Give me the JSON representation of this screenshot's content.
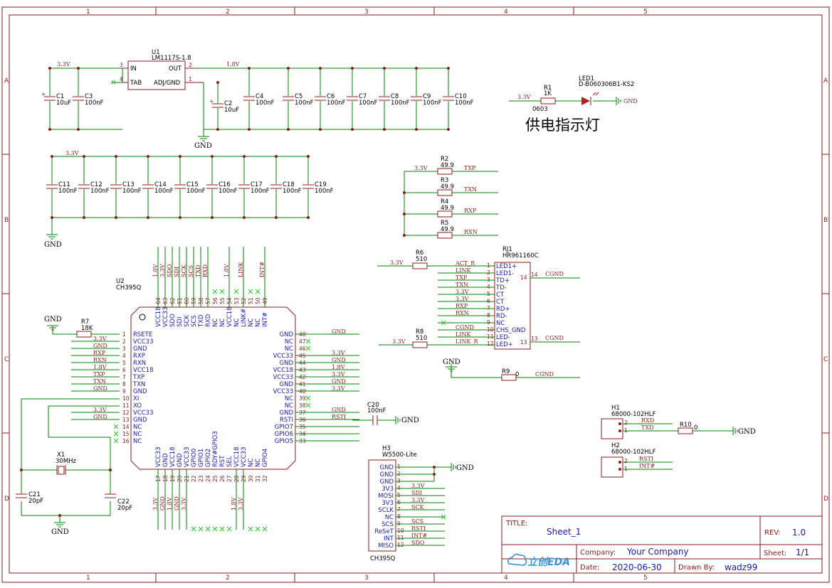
{
  "frame": {
    "columns": [
      "1",
      "2",
      "3",
      "4",
      "5"
    ],
    "rows": [
      "A",
      "B",
      "C",
      "D"
    ]
  },
  "regulator": {
    "ref": "U1",
    "part": "LM1117S-1.8",
    "pins": {
      "in": "IN",
      "tab": "TAB",
      "out": "OUT",
      "adj": "ADJ/GND",
      "in_num": "3",
      "tab_num": "4",
      "out_num": "2",
      "adj_num": "1"
    },
    "in_net": "3.3V",
    "out_net": "1.8V",
    "gnd": "GND",
    "in_caps": [
      {
        "ref": "C1",
        "value": "10uF"
      },
      {
        "ref": "C3",
        "value": "100nF"
      }
    ],
    "out_caps": [
      {
        "ref": "C2",
        "value": "10uF"
      },
      {
        "ref": "C4",
        "value": "100nF"
      },
      {
        "ref": "C5",
        "value": "100nF"
      },
      {
        "ref": "C6",
        "value": "100nF"
      },
      {
        "ref": "C7",
        "value": "100nF"
      },
      {
        "ref": "C8",
        "value": "100nF"
      },
      {
        "ref": "C9",
        "value": "100nF"
      },
      {
        "ref": "C10",
        "value": "100nF"
      }
    ]
  },
  "decoupling": {
    "net": "3.3V",
    "gnd": "GND",
    "caps": [
      {
        "ref": "C11",
        "value": "100nF"
      },
      {
        "ref": "C12",
        "value": "100nF"
      },
      {
        "ref": "C13",
        "value": "100nF"
      },
      {
        "ref": "C14",
        "value": "100nF"
      },
      {
        "ref": "C15",
        "value": "100nF"
      },
      {
        "ref": "C16",
        "value": "100nF"
      },
      {
        "ref": "C17",
        "value": "100nF"
      },
      {
        "ref": "C18",
        "value": "100nF"
      },
      {
        "ref": "C19",
        "value": "100nF"
      }
    ]
  },
  "power_led": {
    "r_ref": "R1",
    "r_value": "1K",
    "r_pkg": "0603",
    "led_ref": "LED1",
    "led_part": "D-B060306B1-KS2",
    "net": "3.3V",
    "gnd": "GND",
    "caption": "供电指示灯"
  },
  "terminations": {
    "net": "3.3V",
    "items": [
      {
        "ref": "R2",
        "value": "49.9",
        "net": "TXP"
      },
      {
        "ref": "R3",
        "value": "49.9",
        "net": "TXN"
      },
      {
        "ref": "R4",
        "value": "49.9",
        "net": "RXP"
      },
      {
        "ref": "R5",
        "value": "49.9",
        "net": "RXN"
      }
    ]
  },
  "rj45": {
    "ref": "RJ1",
    "part": "HR961160C",
    "left_pins": [
      {
        "num": "1",
        "name": "LED1+",
        "net": "ACT_R"
      },
      {
        "num": "2",
        "name": "LED1-",
        "net": "LINK"
      },
      {
        "num": "3",
        "name": "TD+",
        "net": "TXP"
      },
      {
        "num": "4",
        "name": "TD-",
        "net": "TXN"
      },
      {
        "num": "5",
        "name": "CT",
        "net": "3.3V"
      },
      {
        "num": "6",
        "name": "CT",
        "net": "3.3V"
      },
      {
        "num": "7",
        "name": "RD+",
        "net": "RXP"
      },
      {
        "num": "8",
        "name": "RD-",
        "net": "RXN"
      },
      {
        "num": "9",
        "name": "NC",
        "net": ""
      },
      {
        "num": "10",
        "name": "CHS_GND",
        "net": "CGND"
      },
      {
        "num": "11",
        "name": "LED-",
        "net": "LINK"
      },
      {
        "num": "12",
        "name": "LED+",
        "net": "LINK_R"
      }
    ],
    "right_pins": [
      {
        "num": "14",
        "net": "CGND"
      },
      {
        "num": "13",
        "net": "CGND"
      }
    ],
    "r6": {
      "ref": "R6",
      "value": "510",
      "net": "3.3V"
    },
    "r8": {
      "ref": "R8",
      "value": "510",
      "net": "3.3V"
    },
    "r9": {
      "ref": "R9",
      "value": "0",
      "left": "GND",
      "right": "CGND"
    }
  },
  "u2": {
    "ref": "U2",
    "part": "CH395Q",
    "left_pins": [
      {
        "num": "1",
        "name": "RSETE",
        "net": ""
      },
      {
        "num": "2",
        "name": "VCC33",
        "net": "3.3V"
      },
      {
        "num": "3",
        "name": "GND",
        "net": "GND"
      },
      {
        "num": "4",
        "name": "RXP",
        "net": "RXP"
      },
      {
        "num": "5",
        "name": "RXN",
        "net": "RXN"
      },
      {
        "num": "6",
        "name": "VCC18",
        "net": "1.8V"
      },
      {
        "num": "7",
        "name": "TXP",
        "net": "TXP"
      },
      {
        "num": "8",
        "name": "TXN",
        "net": "TXN"
      },
      {
        "num": "9",
        "name": "GND",
        "net": "GND"
      },
      {
        "num": "10",
        "name": "XI",
        "net": ""
      },
      {
        "num": "11",
        "name": "XO",
        "net": ""
      },
      {
        "num": "12",
        "name": "VCC33",
        "net": "3.3V"
      },
      {
        "num": "13",
        "name": "GND",
        "net": "GND"
      },
      {
        "num": "14",
        "name": "NC",
        "net": ""
      },
      {
        "num": "15",
        "name": "NC",
        "net": ""
      },
      {
        "num": "16",
        "name": "NC",
        "net": ""
      }
    ],
    "right_pins": [
      {
        "num": "48",
        "name": "GND",
        "net": "GND"
      },
      {
        "num": "47",
        "name": "NC",
        "net": ""
      },
      {
        "num": "46",
        "name": "NC",
        "net": ""
      },
      {
        "num": "45",
        "name": "VCC33",
        "net": "3.3V"
      },
      {
        "num": "44",
        "name": "GND",
        "net": "GND"
      },
      {
        "num": "43",
        "name": "VCC18",
        "net": "1.8V"
      },
      {
        "num": "42",
        "name": "VCC33",
        "net": "3.3V"
      },
      {
        "num": "41",
        "name": "GND",
        "net": "GND"
      },
      {
        "num": "40",
        "name": "VCC33",
        "net": "3.3V"
      },
      {
        "num": "39",
        "name": "NC",
        "net": ""
      },
      {
        "num": "38",
        "name": "NC",
        "net": ""
      },
      {
        "num": "37",
        "name": "GND",
        "net": "GND"
      },
      {
        "num": "36",
        "name": "RSTI",
        "net": "RSTI"
      },
      {
        "num": "35",
        "name": "GPIO7",
        "net": ""
      },
      {
        "num": "34",
        "name": "GPIO6",
        "net": ""
      },
      {
        "num": "33",
        "name": "GPIO5",
        "net": ""
      }
    ],
    "top_pins": [
      {
        "num": "64",
        "name": "VCC18",
        "net": "1.8V"
      },
      {
        "num": "63",
        "name": "VCC33",
        "net": "3.3V"
      },
      {
        "num": "62",
        "name": "SDO",
        "net": "SDO"
      },
      {
        "num": "61",
        "name": "SDI",
        "net": "SDI"
      },
      {
        "num": "60",
        "name": "SCK",
        "net": "SCK"
      },
      {
        "num": "59",
        "name": "SCS",
        "net": "SCS"
      },
      {
        "num": "58",
        "name": "TXD",
        "net": "TXD"
      },
      {
        "num": "57",
        "name": "RXD",
        "net": "RXD"
      },
      {
        "num": "56",
        "name": "NC",
        "net": ""
      },
      {
        "num": "55",
        "name": "NC",
        "net": ""
      },
      {
        "num": "54",
        "name": "VCC18",
        "net": "1.8V"
      },
      {
        "num": "53",
        "name": "NC",
        "net": ""
      },
      {
        "num": "52",
        "name": "LINK#",
        "net": "LINK"
      },
      {
        "num": "51",
        "name": "NC",
        "net": ""
      },
      {
        "num": "50",
        "name": "NC",
        "net": ""
      },
      {
        "num": "49",
        "name": "INT#",
        "net": "INT#"
      }
    ],
    "bottom_pins": [
      {
        "num": "17",
        "name": "VCC33",
        "net": "3.3V"
      },
      {
        "num": "18",
        "name": "GND",
        "net": "GND"
      },
      {
        "num": "19",
        "name": "VCC18",
        "net": "1.8V"
      },
      {
        "num": "20",
        "name": "GND",
        "net": "GND"
      },
      {
        "num": "21",
        "name": "VCC33",
        "net": "3.3V"
      },
      {
        "num": "22",
        "name": "GPIO0",
        "net": ""
      },
      {
        "num": "23",
        "name": "GPIO1",
        "net": ""
      },
      {
        "num": "24",
        "name": "GPIO2",
        "net": ""
      },
      {
        "num": "25",
        "name": "RDY#GPIO3",
        "net": ""
      },
      {
        "num": "26",
        "name": "RST",
        "net": ""
      },
      {
        "num": "27",
        "name": "SEL",
        "net": ""
      },
      {
        "num": "28",
        "name": "VCC18",
        "net": "1.8V"
      },
      {
        "num": "29",
        "name": "VCC33",
        "net": "3.3V"
      },
      {
        "num": "30",
        "name": "NC",
        "net": ""
      },
      {
        "num": "31",
        "name": "NC",
        "net": ""
      },
      {
        "num": "32",
        "name": "GPIO4",
        "net": ""
      }
    ]
  },
  "r7": {
    "ref": "R7",
    "value": "18K",
    "gnd": "GND"
  },
  "crystal": {
    "ref": "X1",
    "value": "30MHz",
    "c21_ref": "C21",
    "c21_value": "20pF",
    "c22_ref": "C22",
    "c22_value": "20pF",
    "gnd": "GND"
  },
  "c20": {
    "ref": "C20",
    "value": "100nF",
    "gnd": "GND"
  },
  "h1": {
    "ref": "H1",
    "part": "68000-102HLF",
    "pins": [
      {
        "num": "2",
        "net": "RXD"
      },
      {
        "num": "1",
        "net": "TXD"
      }
    ],
    "r10_ref": "R10",
    "r10_value": "0",
    "gnd": "GND"
  },
  "h2": {
    "ref": "H2",
    "part": "68000-102HLF",
    "pins": [
      {
        "num": "2",
        "net": "RSTI"
      },
      {
        "num": "1",
        "net": "INT#"
      }
    ]
  },
  "h3": {
    "ref": "H3",
    "part": "W5500-Lite",
    "footer": "CH395Q",
    "gnd": "GND",
    "pins": [
      {
        "num": "1",
        "name": "GND",
        "net": ""
      },
      {
        "num": "2",
        "name": "GND",
        "net": ""
      },
      {
        "num": "3",
        "name": "GND",
        "net": ""
      },
      {
        "num": "4",
        "name": "3V3",
        "net": "3.3V"
      },
      {
        "num": "5",
        "name": "MOSI",
        "net": "SDI"
      },
      {
        "num": "6",
        "name": "3V3",
        "net": "3.3V"
      },
      {
        "num": "7",
        "name": "SCLK",
        "net": "SCK"
      },
      {
        "num": "8",
        "name": "NC",
        "net": ""
      },
      {
        "num": "9",
        "name": "SCS",
        "net": "SCS"
      },
      {
        "num": "10",
        "name": "ReSeT",
        "net": "RSTI"
      },
      {
        "num": "11",
        "name": "INT",
        "net": "INT#"
      },
      {
        "num": "12",
        "name": "MISO",
        "net": "SDO"
      }
    ]
  },
  "title_block": {
    "title_label": "TITLE:",
    "title": "Sheet_1",
    "rev_label": "REV:",
    "rev": "1.0",
    "company_label": "Company:",
    "company": "Your Company",
    "sheet_label": "Sheet:",
    "sheet": "1/1",
    "date_label": "Date:",
    "date": "2020-06-30",
    "drawn_label": "Drawn By:",
    "drawn_by": "wadz99",
    "logo": "立创EDA"
  },
  "colors": {
    "frame": "#8b1a1a",
    "wire": "#008000",
    "net_label": "#8b1a1a",
    "text": "#1a1aaa",
    "nc": "#22cc22"
  }
}
